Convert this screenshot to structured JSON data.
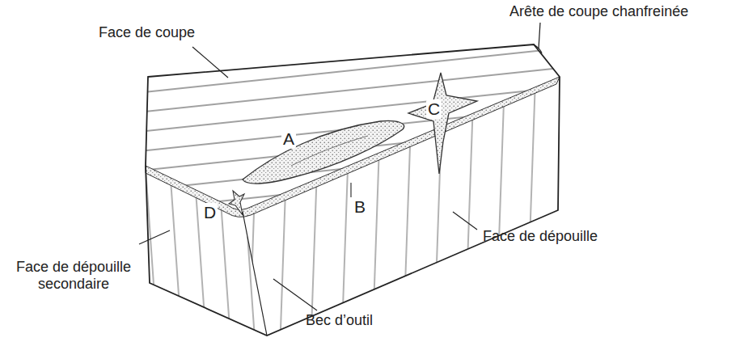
{
  "diagram": {
    "labels": [
      "Face de coupe",
      "Arête de coupe chanfreinée",
      "A",
      "C",
      "B",
      "D",
      "Face de dépouille",
      "Face de dépouille secondaire",
      "Bec d’outil"
    ]
  }
}
